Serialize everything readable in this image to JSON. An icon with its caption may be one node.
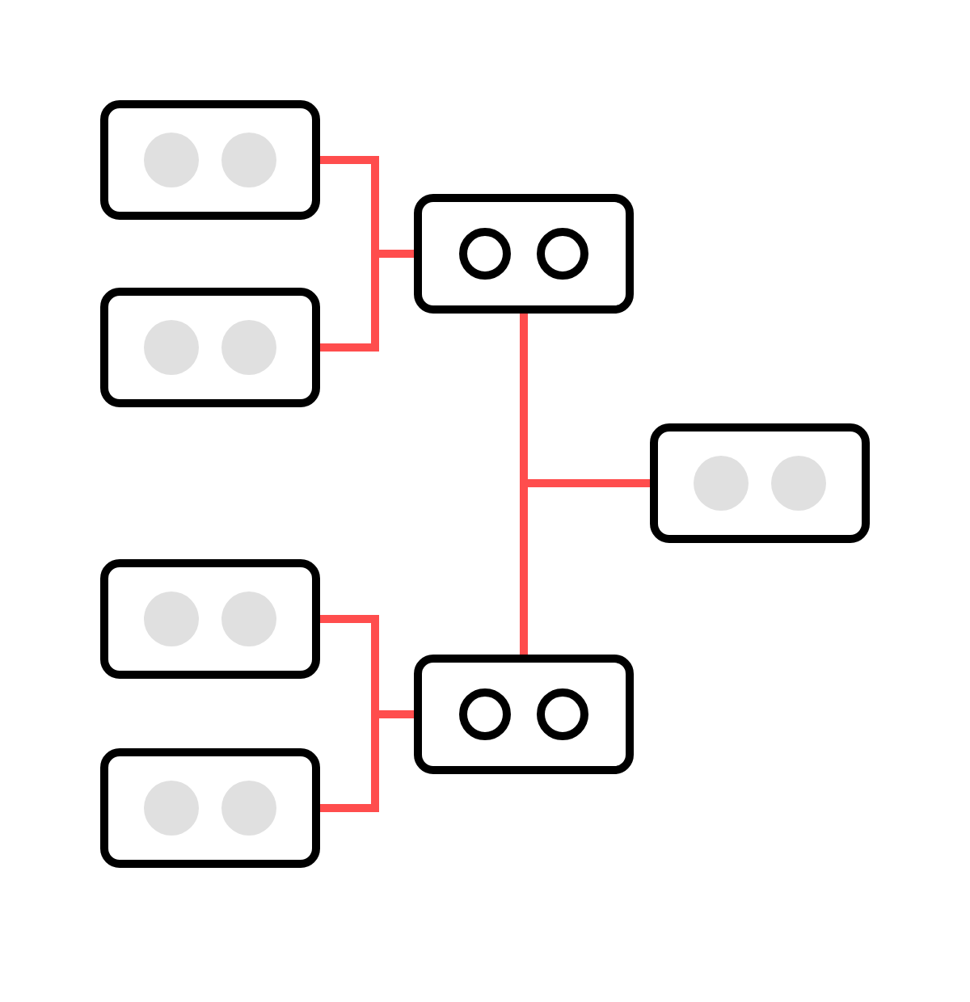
{
  "diagram": {
    "nodes": [
      {
        "text": [],
        "shape": "box"
      },
      {
        "text": [],
        "shape": "box"
      },
      {
        "text": [],
        "shape": "box"
      },
      {
        "text": [],
        "shape": "box"
      },
      {
        "text": [],
        "shape": "box"
      },
      {
        "text": [],
        "shape": "box"
      },
      {
        "text": [],
        "shape": "box"
      }
    ],
    "edges": [
      {
        "from": 0,
        "to": 2,
        "arrow": "none"
      },
      {
        "from": 1,
        "to": 2,
        "arrow": "none"
      },
      {
        "from": 2,
        "to": 6,
        "arrow": "none"
      },
      {
        "from": 3,
        "to": 2,
        "arrow": "none"
      },
      {
        "from": 3,
        "to": 6,
        "arrow": "none"
      },
      {
        "from": 4,
        "to": 6,
        "arrow": "none"
      },
      {
        "from": 5,
        "to": 6,
        "arrow": "none"
      }
    ]
  }
}
